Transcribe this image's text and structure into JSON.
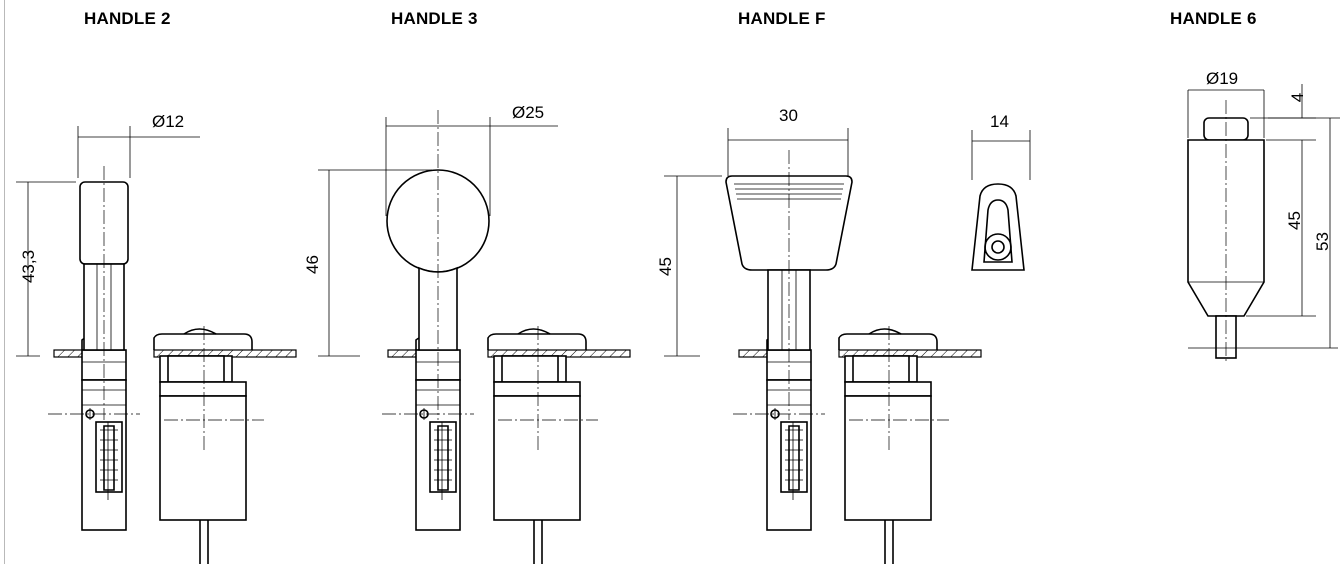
{
  "titles": {
    "h2": "HANDLE 2",
    "h3": "HANDLE 3",
    "hf": "HANDLE F",
    "h6": "HANDLE 6"
  },
  "dimensions": {
    "h2_diameter": "Ø12",
    "h2_height": "43,3",
    "h3_diameter": "Ø25",
    "h3_height": "46",
    "hf_width": "30",
    "hf_height": "45",
    "hf_side_width": "14",
    "h6_diameter": "Ø19",
    "h6_cap": "4",
    "h6_body": "45",
    "h6_total": "53"
  }
}
